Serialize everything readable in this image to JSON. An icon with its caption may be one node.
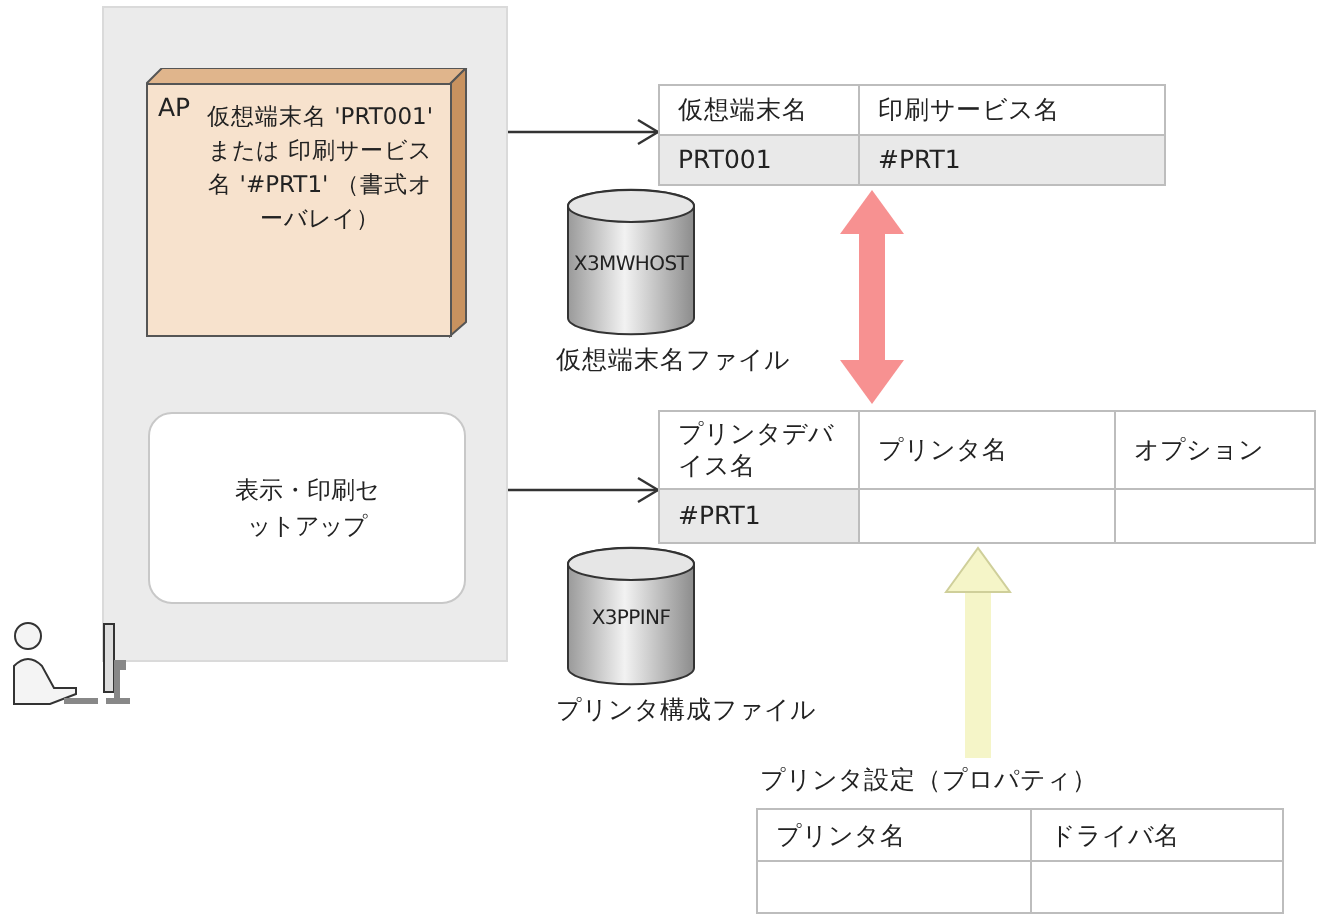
{
  "diagram": {
    "nodes": [
      {
        "text": [],
        "shape": "box"
      },
      {
        "text": [
          "AP",
          "仮想端末名 'PRT001' または 印刷サービス名 '#PRT1' （書式オーバレイ）"
        ],
        "in": 0
      },
      {
        "text": [
          "表示・印刷セットアップ"
        ],
        "in": 0
      },
      {
        "text": [],
        "shape": "box"
      },
      {
        "text": [
          "X3MWHOST"
        ],
        "beside": [
          "仮想端末名ファイル"
        ]
      },
      {
        "text": [],
        "shape": "box"
      },
      {
        "text": [
          "X3PPINF"
        ],
        "beside": [
          "プリンタ構成ファイル"
        ]
      },
      {
        "text": [
          "プリンタ設定（プロパティ）"
        ]
      }
    ],
    "edges": [
      {
        "from": 1,
        "to": 3,
        "arrow": "to"
      },
      {
        "from": 2,
        "to": 5,
        "arrow": "to"
      },
      {
        "from": 3,
        "to": 5,
        "arrow": "both",
        "style": "thick",
        "color": "#f79191"
      },
      {
        "from": 7,
        "to": 5,
        "arrow": "to",
        "style": "thick",
        "color": "#f5f5c8"
      }
    ],
    "labels": [
      "仮想端末名",
      "印刷サービス名",
      "PRT001",
      "#PRT1",
      "プリンタデバイス名",
      "プリンタ名",
      "オプション",
      "#PRT1",
      "プリンタ名",
      "ドライバ名"
    ]
  }
}
